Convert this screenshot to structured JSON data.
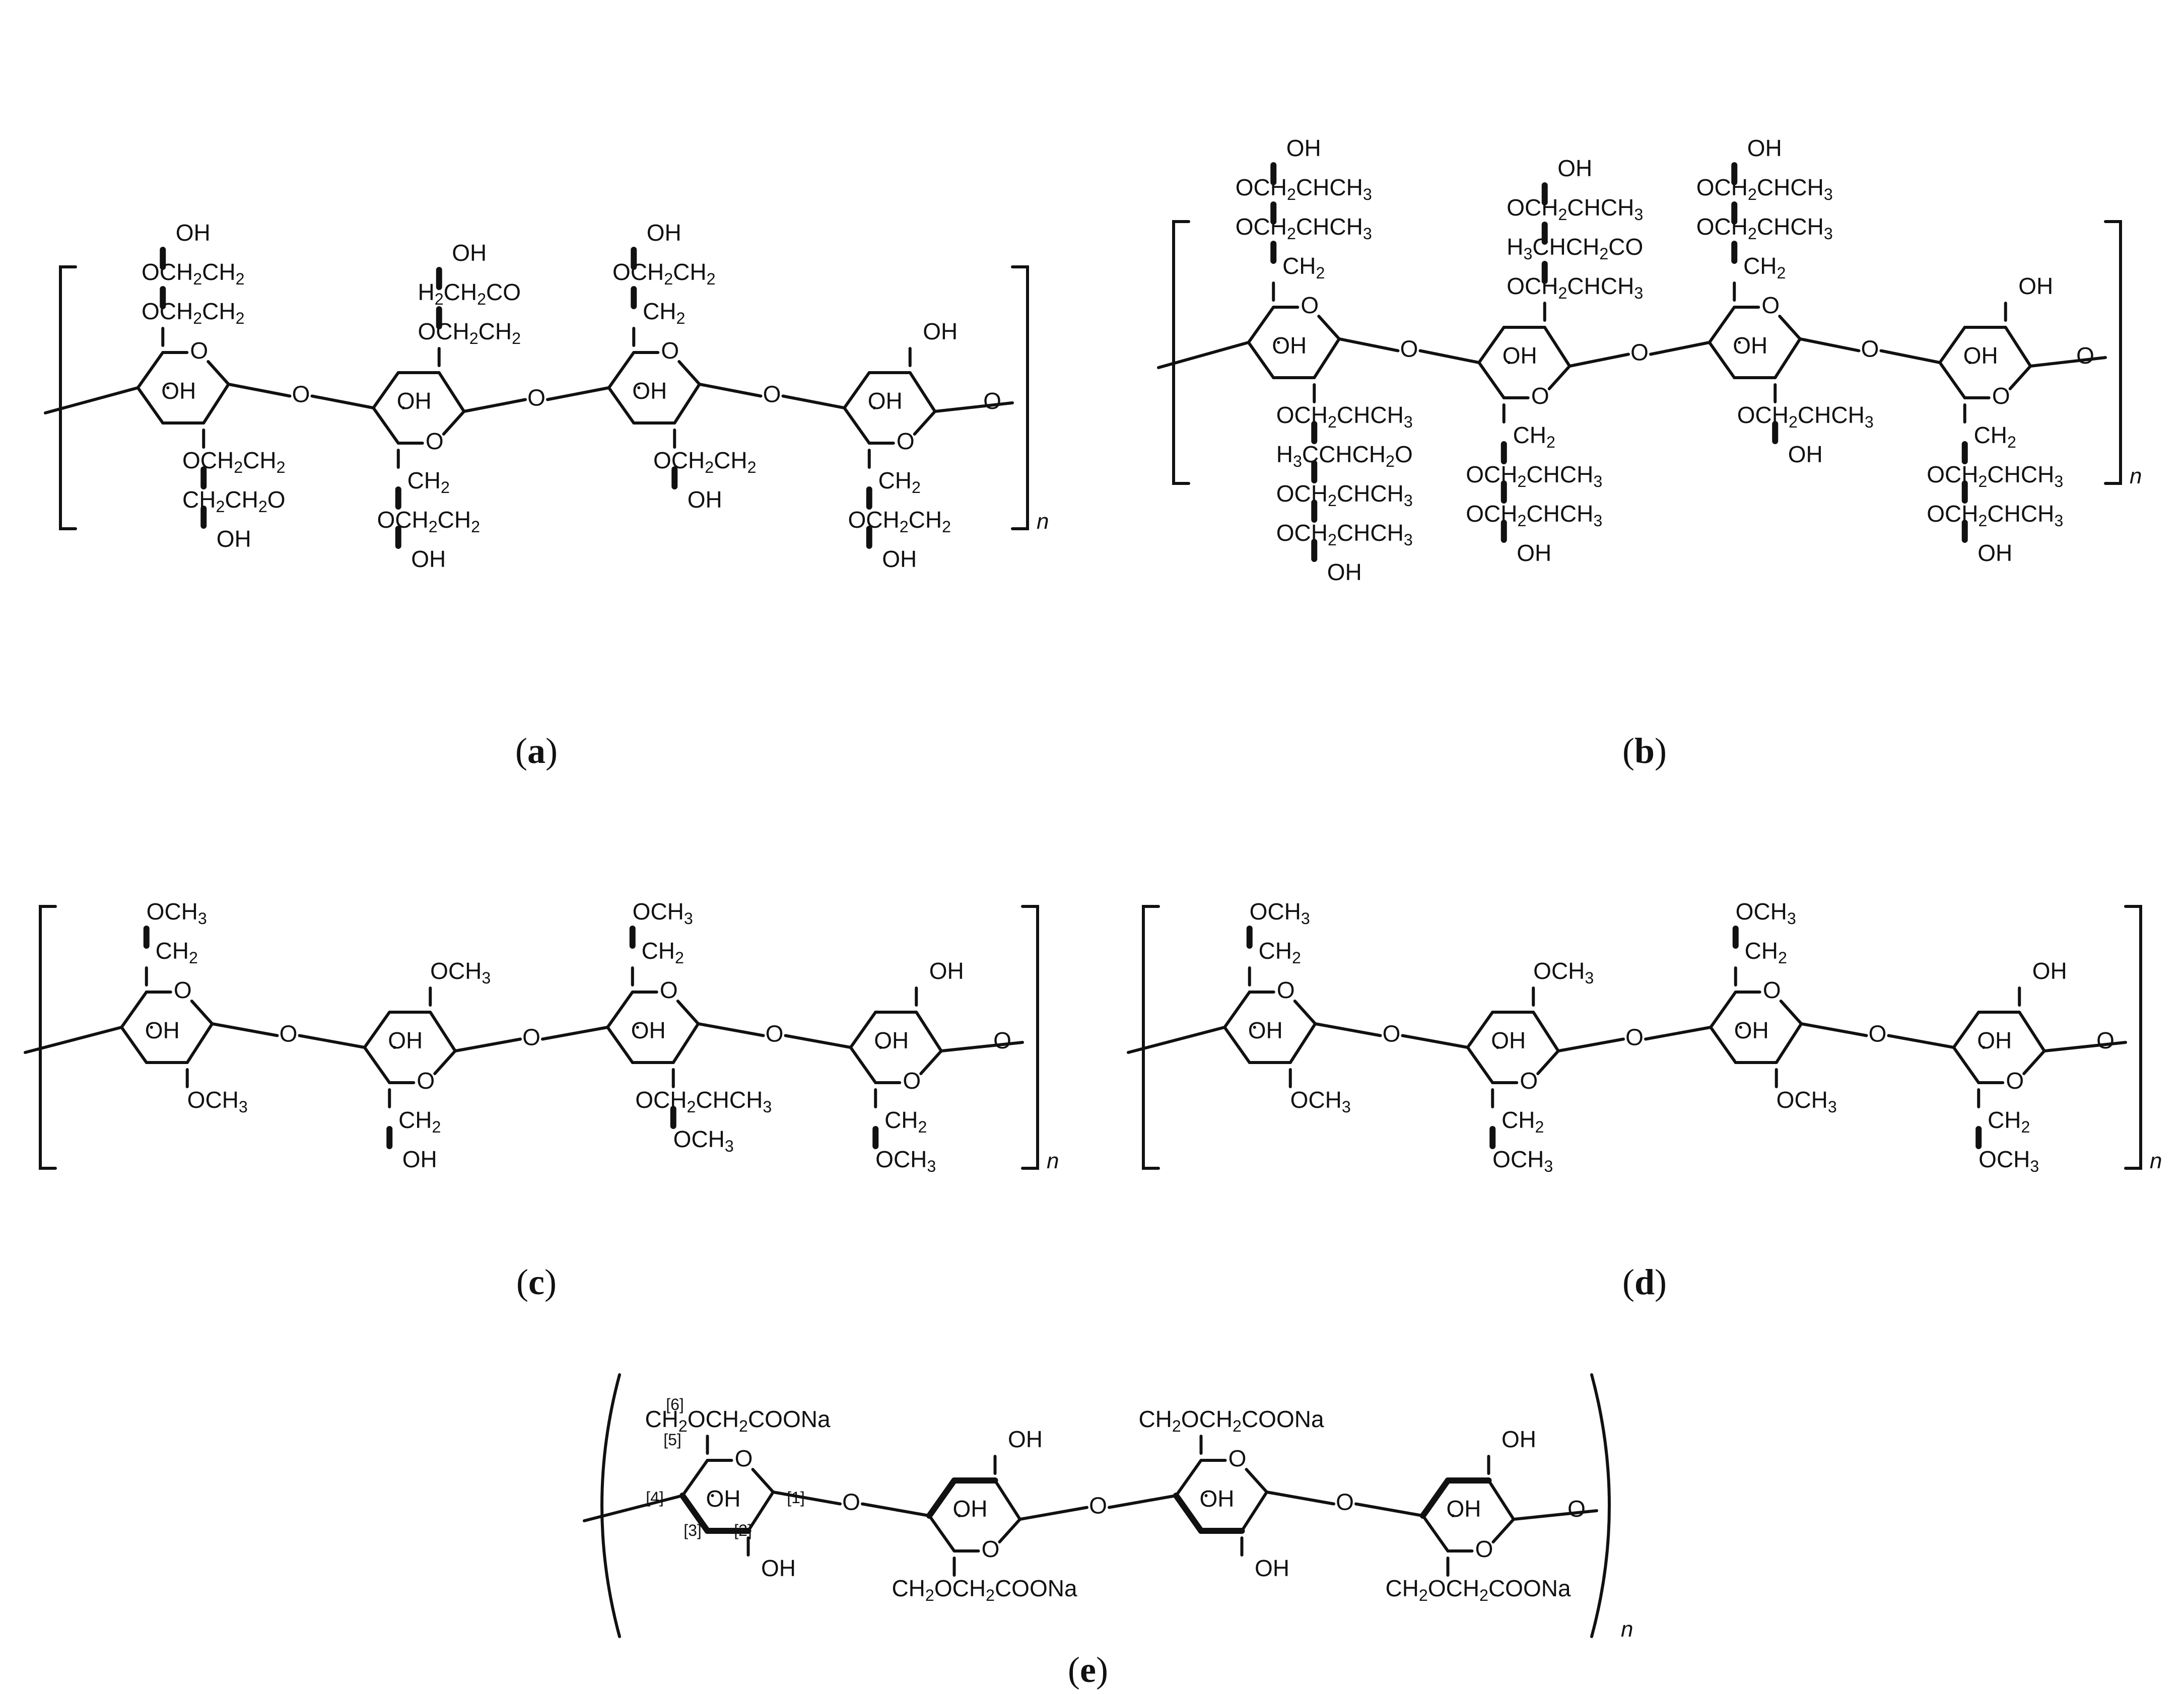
{
  "panels": [
    {
      "id": "a",
      "caption": "a",
      "units": [
        {
          "top": [
            "OCH2CH2",
            "OCH2CH2",
            "OH"
          ],
          "bottom": [
            "OCH2CH2",
            "CH2CH2O",
            "OH"
          ],
          "ring_oh": "OH"
        },
        {
          "top": [
            "OCH2CH2",
            "H2CH2CO",
            "OH"
          ],
          "bottom": [
            "CH2",
            "OCH2CH2",
            "OH"
          ],
          "ring_oh": "OH"
        },
        {
          "top": [
            "CH2",
            "OCH2CH2",
            "OH"
          ],
          "bottom": [
            "OCH2CH2",
            "OH"
          ],
          "ring_oh": "OH"
        },
        {
          "top": [
            "OH"
          ],
          "bottom": [
            "CH2",
            "OCH2CH2",
            "OH"
          ],
          "ring_oh": "OH"
        }
      ],
      "subscript": "n"
    },
    {
      "id": "b",
      "caption": "b",
      "units": [
        {
          "top": [
            "CH2",
            "OCH2CHCH3",
            "OCH2CHCH3",
            "OH"
          ],
          "bottom": [
            "OCH2CHCH3",
            "H3CCHCH2O",
            "OCH2CHCH3",
            "OCH2CHCH3",
            "OH"
          ],
          "ring_oh": "OH"
        },
        {
          "top": [
            "OCH2CHCH3",
            "H3CHCH2CO",
            "OCH2CHCH3",
            "OH"
          ],
          "bottom": [
            "CH2",
            "OCH2CHCH3",
            "OCH2CHCH3",
            "OH"
          ],
          "ring_oh": "OH"
        },
        {
          "top": [
            "CH2",
            "OCH2CHCH3",
            "OCH2CHCH3",
            "OH"
          ],
          "bottom": [
            "OCH2CHCH3",
            "OH"
          ],
          "ring_oh": "OH"
        },
        {
          "top": [
            "OH"
          ],
          "bottom": [
            "CH2",
            "OCH2CHCH3",
            "OCH2CHCH3",
            "OH"
          ],
          "ring_oh": "OH"
        }
      ],
      "subscript": "n"
    },
    {
      "id": "c",
      "caption": "c",
      "units": [
        {
          "top": [
            "CH2",
            "OCH3"
          ],
          "bottom": [
            "OCH3"
          ],
          "ring_oh": "OH"
        },
        {
          "top": [
            "OCH3"
          ],
          "bottom": [
            "CH2",
            "OH"
          ],
          "ring_oh": "OH"
        },
        {
          "top": [
            "CH2",
            "OCH3"
          ],
          "bottom": [
            "OCH2CHCH3",
            "OCH3"
          ],
          "ring_oh": "OH"
        },
        {
          "top": [
            "OH"
          ],
          "bottom": [
            "CH2",
            "OCH3"
          ],
          "ring_oh": "OH"
        }
      ],
      "subscript": "n"
    },
    {
      "id": "d",
      "caption": "d",
      "units": [
        {
          "top": [
            "CH2",
            "OCH3"
          ],
          "bottom": [
            "OCH3"
          ],
          "ring_oh": "OH"
        },
        {
          "top": [
            "OCH3"
          ],
          "bottom": [
            "CH2",
            "OCH3"
          ],
          "ring_oh": "OH"
        },
        {
          "top": [
            "CH2",
            "OCH3"
          ],
          "bottom": [
            "OCH3"
          ],
          "ring_oh": "OH"
        },
        {
          "top": [
            "OH"
          ],
          "bottom": [
            "CH2",
            "OCH3"
          ],
          "ring_oh": "OH"
        }
      ],
      "subscript": "n"
    },
    {
      "id": "e",
      "caption": "e",
      "units": [
        {
          "top": [
            "CH2OCH2COONa"
          ],
          "bottom": [
            "OH"
          ],
          "ring_oh": "OH"
        },
        {
          "top": [
            "OH"
          ],
          "bottom": [
            "CH2OCH2COONa"
          ],
          "ring_oh": "OH"
        },
        {
          "top": [
            "CH2OCH2COONa"
          ],
          "bottom": [
            "OH"
          ],
          "ring_oh": "OH"
        },
        {
          "top": [
            "OH"
          ],
          "bottom": [
            "CH2OCH2COONa"
          ],
          "ring_oh": "OH"
        }
      ],
      "carbon_numbers": [
        "[1]",
        "[2]",
        "[3]",
        "[4]",
        "[5]",
        "[6]"
      ],
      "subscript": "n"
    }
  ]
}
